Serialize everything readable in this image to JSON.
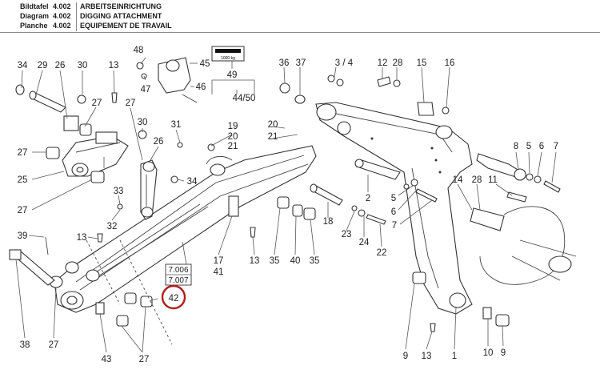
{
  "header": {
    "rows": [
      {
        "key": "Bildtafel",
        "num": "4.002",
        "title": "ARBEITSEINRICHTUNG"
      },
      {
        "key": "Diagram",
        "num": "4.002",
        "title": "DIGGING ATTACHMENT"
      },
      {
        "key": "Planche",
        "num": "4.002",
        "title": "EQUIPEMENT DE TRAVAIL"
      }
    ]
  },
  "callouts": {
    "c34a": "34",
    "c29": "29",
    "c26a": "26",
    "c30a": "30",
    "c13a": "13",
    "c48": "48",
    "c45": "45",
    "c47": "47",
    "c46": "46",
    "c49": "49",
    "c4450": "44/50",
    "c36": "36",
    "c37": "37",
    "c34b": "3 / 4",
    "c12": "12",
    "c28a": "28",
    "c15": "15",
    "c16": "16",
    "c27a": "27",
    "c27b": "27",
    "c30b": "30",
    "c31": "31",
    "c19": "19",
    "c20a": "20",
    "c20b": "20",
    "c21a": "21",
    "c21b": "21",
    "c26b": "26",
    "c27c": "27",
    "c25": "25",
    "c27d": "27",
    "c34c": "34",
    "c33": "33",
    "c32": "32",
    "c13b": "13",
    "c39": "39",
    "c8": "8",
    "c5a": "5",
    "c6a": "6",
    "c7a": "7",
    "c14": "14",
    "c28b": "28",
    "c11": "11",
    "c2": "2",
    "c5b": "5",
    "c6b": "6",
    "c7b": "7",
    "c18": "18",
    "c23": "23",
    "c24": "24",
    "c22": "22",
    "c13c": "13",
    "c17": "17",
    "c41": "41",
    "c35a": "35",
    "c40": "40",
    "c35b": "35",
    "c7006": "7.006",
    "c7007": "7.007",
    "c42": "42",
    "c38": "38",
    "c27e": "27",
    "c43": "43",
    "c27f": "27",
    "c9a": "9",
    "c13d": "13",
    "c1": "1",
    "c10": "10",
    "c9b": "9"
  },
  "plate_text": "1000 kg",
  "highlight_color": "#b01c1c"
}
